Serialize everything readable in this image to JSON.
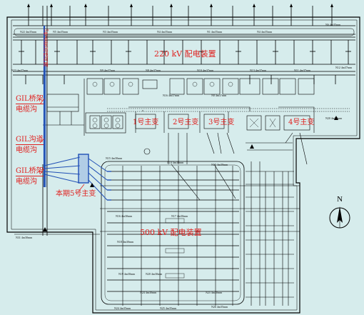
{
  "labels": {
    "substation_220kv": "220 kV 配电装置",
    "substation_500kv": "500 kV 配电装置",
    "transformer_1": "1号主变",
    "transformer_2": "2号主变",
    "transformer_3": "3号主变",
    "transformer_4": "4号主变",
    "transformer_5": "本期5号主变",
    "gil_bridge_cable_top": "GIL桥架",
    "cable_trench_top": "电缆沟",
    "gil_trench": "GIL沟道",
    "cable_trench_mid": "电缆沟",
    "gil_bridge_cable_bottom": "GIL桥架",
    "cable_trench_bottom": "电缆沟",
    "outlet_5_vertical": "5号主变出线间隔",
    "north": "N"
  },
  "small_text": {
    "t1": "N22 4m35mm",
    "t2": "N5 4m35mm",
    "t3": "N3 4m35mm",
    "t4": "N4 4m35mm",
    "t5": "N1 4m35mm",
    "t6": "N4 4m35mm",
    "t7": "N6 4m35mm",
    "t8": "N23 4m37mm",
    "t9": "N9 4m37mm",
    "t10": "N8 4m37mm",
    "t11": "N10 4m37mm",
    "t12": "N13 4m37mm",
    "t13": "N11 4m37mm",
    "t14": "N12 4m37mm",
    "t15": "N16 4m37mm",
    "t16": "N8 4m37mm",
    "t17": "N20 4m90mm",
    "t18": "N15 4m30mm",
    "t19": "N14 4m30mm",
    "t20": "N15 4m30mm",
    "t21": "N16 4m30mm",
    "t22": "N17 4m30mm",
    "t23": "N18 4m30mm",
    "t24": "N31 4m30mm",
    "t25": "N19 4m30mm",
    "t26": "N20 4m30mm",
    "t27": "N24 4m35mm",
    "t28": "N25 4m35mm",
    "t29": "N26 4m35mm",
    "t30": "N24 4m30mm",
    "t31": "N25 4m30mm"
  },
  "colors": {
    "background": "#d6ecec",
    "lines": "#000000",
    "cable": "#1f4fb5",
    "annotation": "#e0201e"
  }
}
